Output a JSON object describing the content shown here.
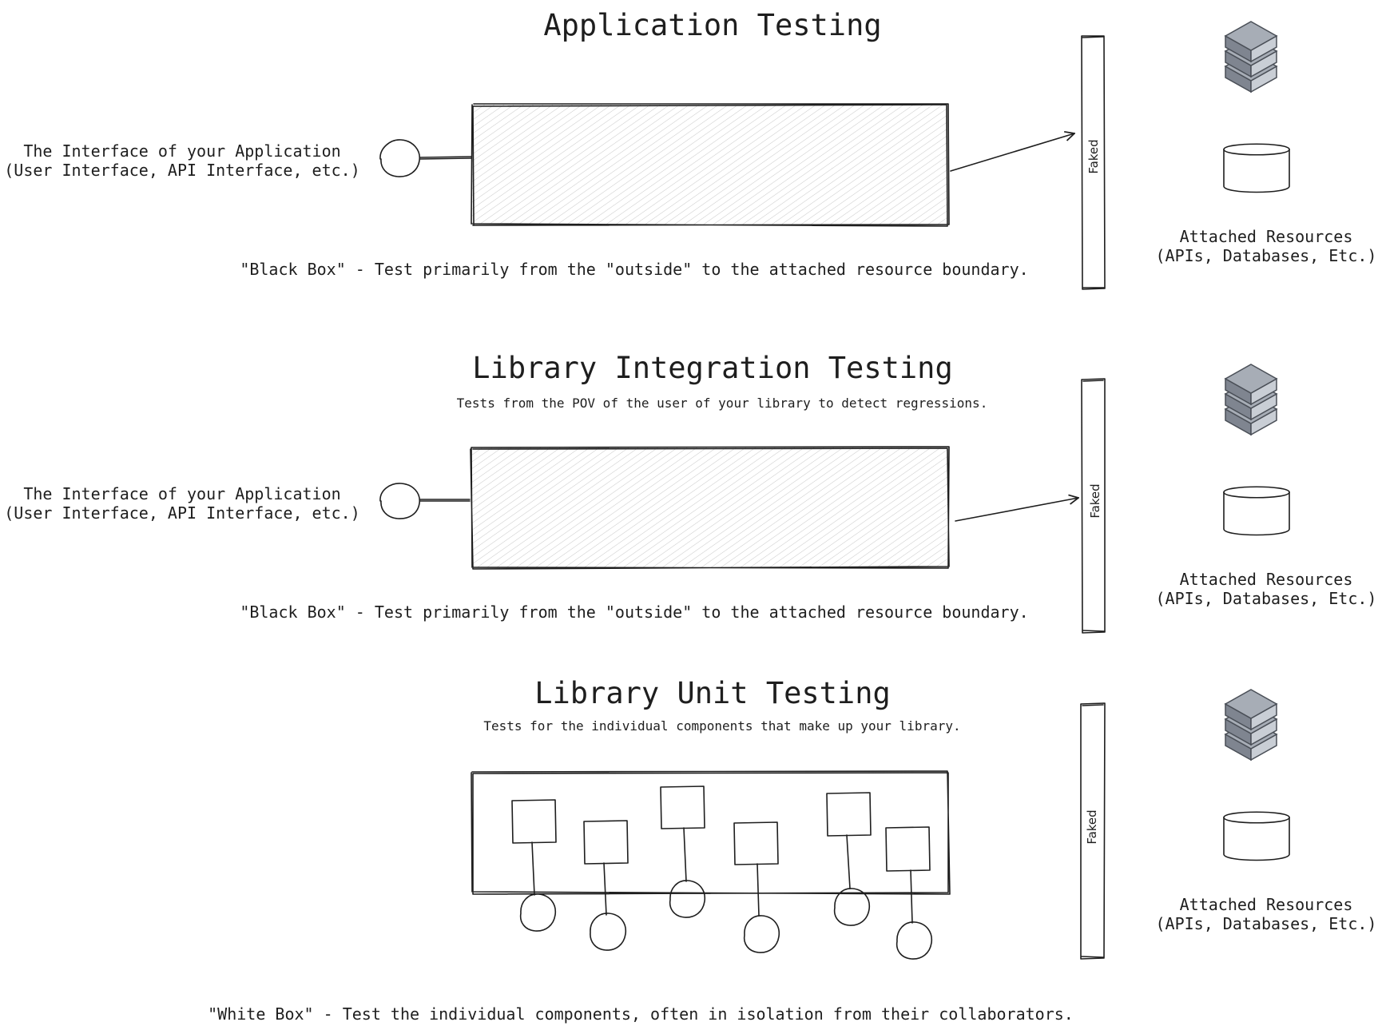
{
  "sections": [
    {
      "title": "Application Testing",
      "subtitle": "",
      "interface_label": [
        "The Interface of your Application",
        "(User Interface, API Interface, etc.)"
      ],
      "boundary_label": "Faked",
      "resources_label": [
        "Attached Resources",
        "(APIs, Databases, Etc.)"
      ],
      "caption": "\"Black Box\" - Test primarily from the \"outside\" to the attached resource boundary."
    },
    {
      "title": "Library Integration Testing",
      "subtitle": "Tests from the POV of the user of your library to detect regressions.",
      "interface_label": [
        "The Interface of your Application",
        "(User Interface, API Interface, etc.)"
      ],
      "boundary_label": "Faked",
      "resources_label": [
        "Attached Resources",
        "(APIs, Databases, Etc.)"
      ],
      "caption": "\"Black Box\" - Test primarily from the \"outside\" to the attached resource boundary."
    },
    {
      "title": "Library Unit Testing",
      "subtitle": "Tests for the individual components that make up your library.",
      "boundary_label": "Faked",
      "resources_label": [
        "Attached Resources",
        "(APIs, Databases, Etc.)"
      ],
      "caption": "\"White Box\" - Test the individual components, often in isolation from their collaborators."
    }
  ],
  "icons": [
    "server-stack-icon",
    "database-cylinder-icon"
  ],
  "colors": {
    "stroke": "#1e1e1e",
    "server_fill": "#a7adb6",
    "hatch": "#c8c8c8"
  }
}
